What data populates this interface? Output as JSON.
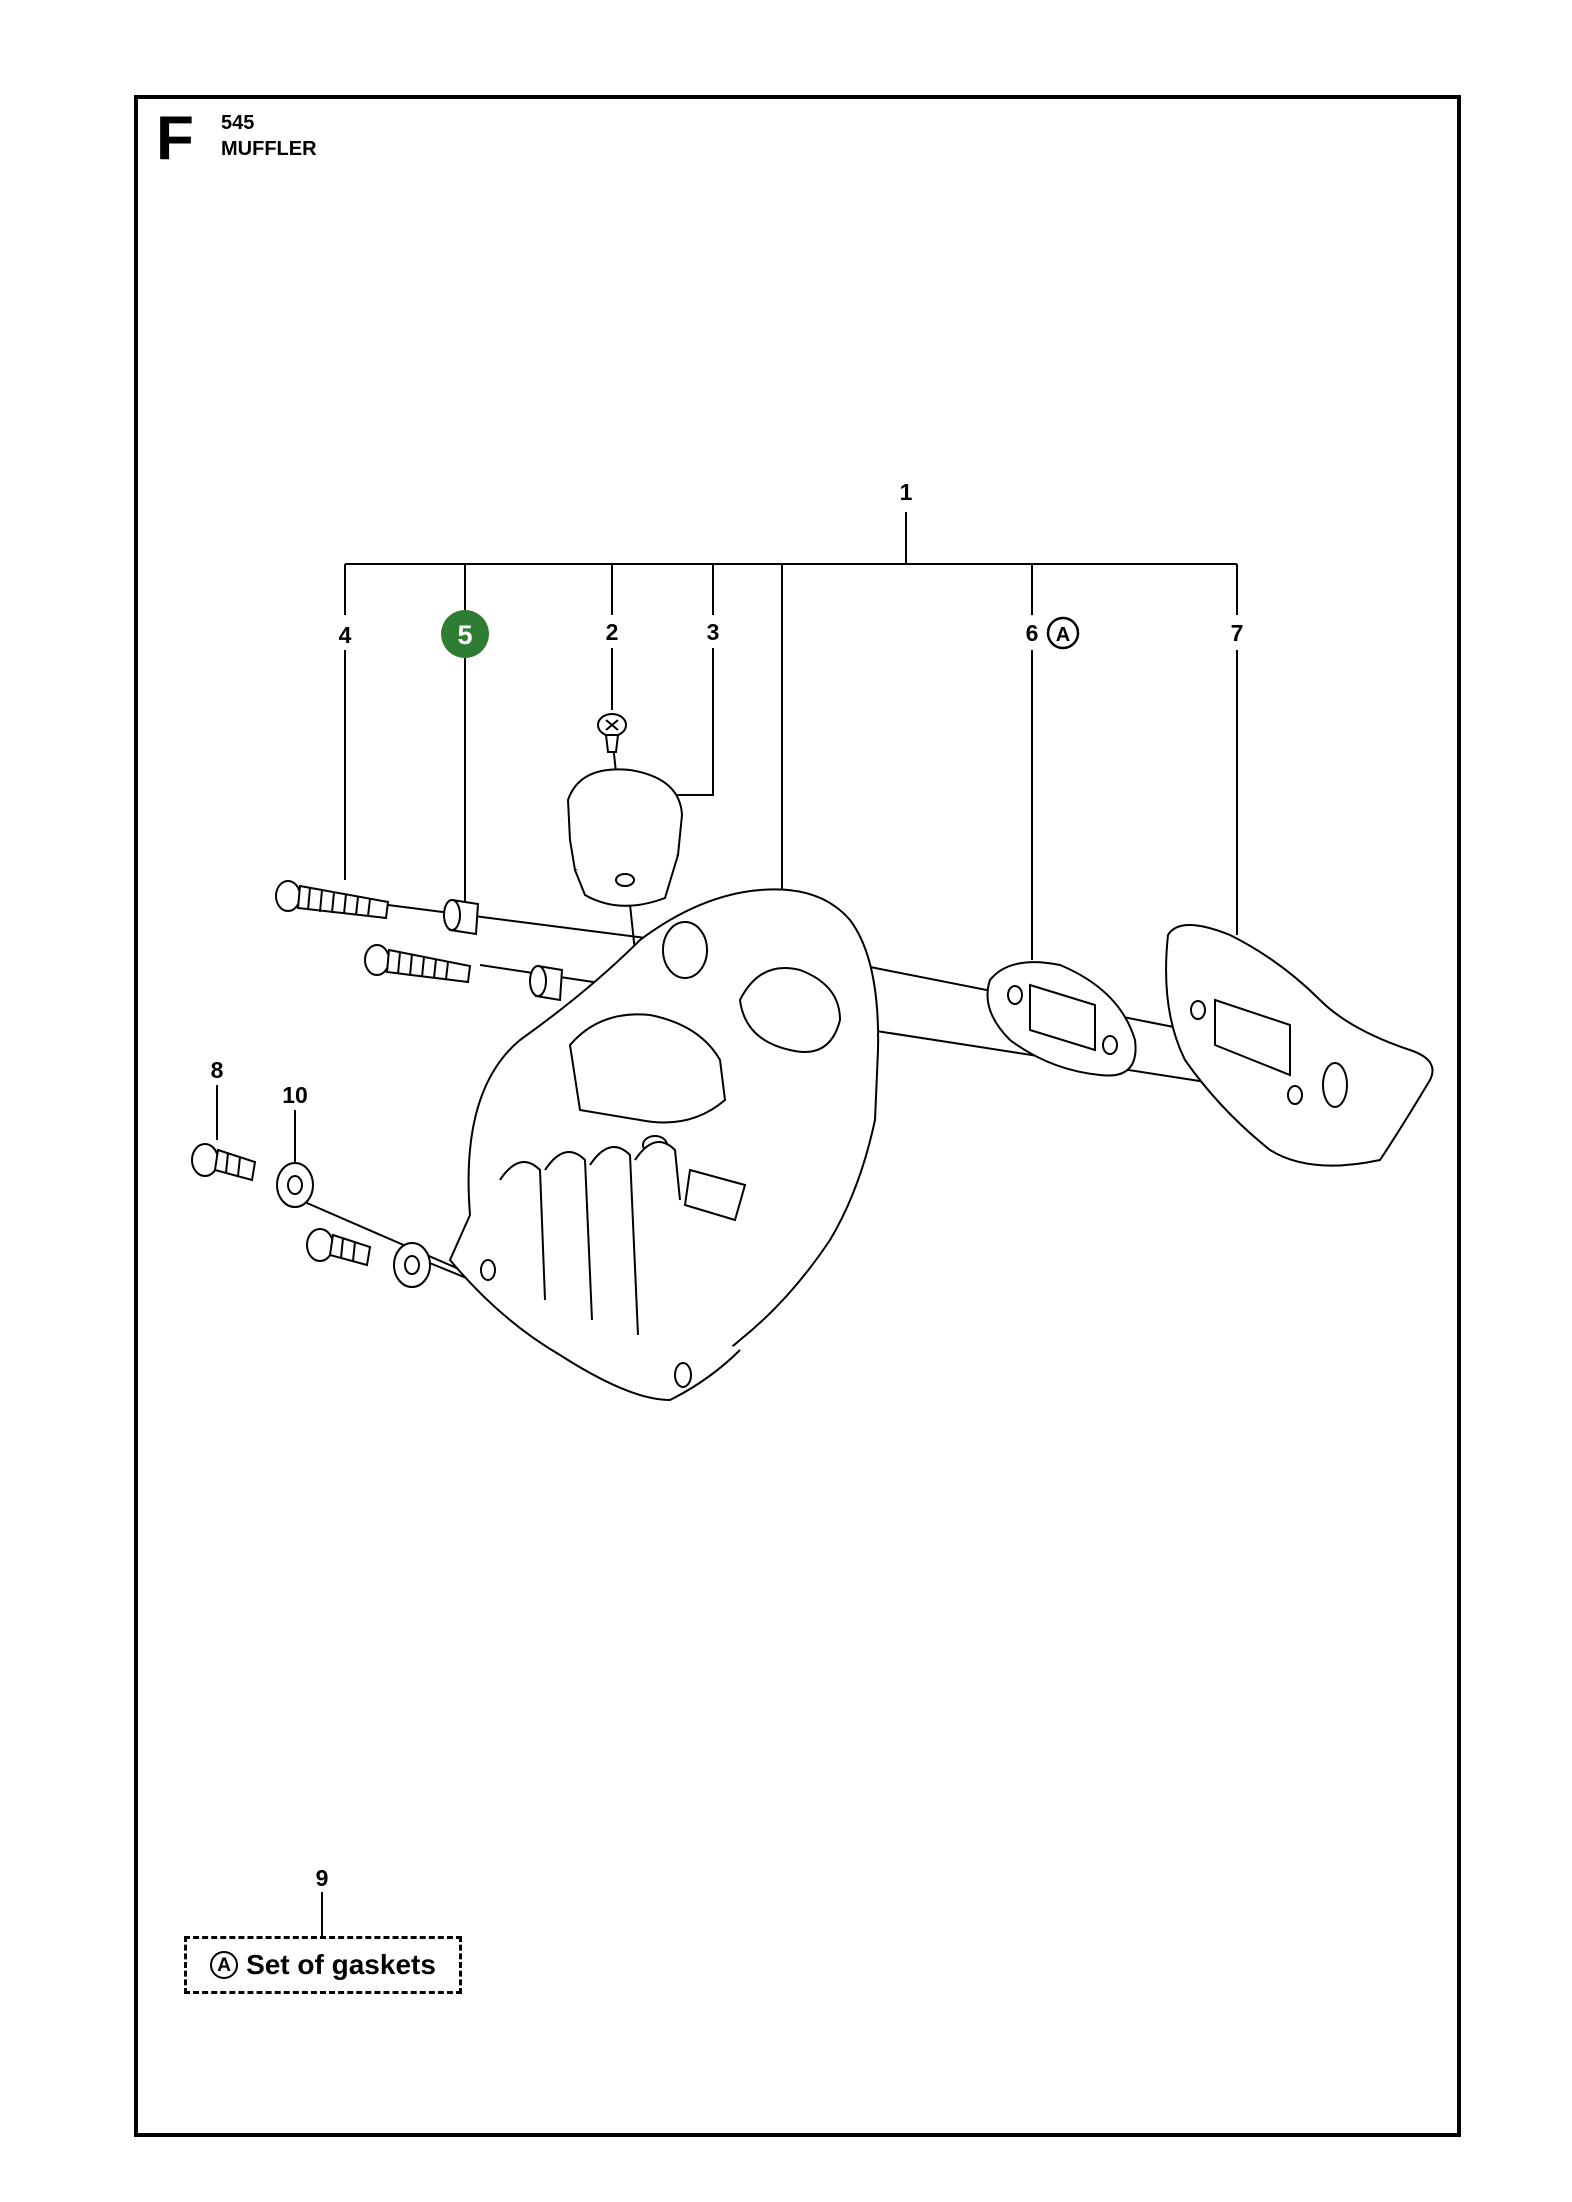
{
  "header": {
    "section_letter": "F",
    "model": "545",
    "title": "MUFFLER"
  },
  "callouts": [
    {
      "id": "1",
      "label": "1",
      "highlighted": false
    },
    {
      "id": "2",
      "label": "2",
      "highlighted": false
    },
    {
      "id": "3",
      "label": "3",
      "highlighted": false
    },
    {
      "id": "4",
      "label": "4",
      "highlighted": false
    },
    {
      "id": "5",
      "label": "5",
      "highlighted": true
    },
    {
      "id": "6",
      "label": "6",
      "highlighted": false,
      "group_mark": "A"
    },
    {
      "id": "7",
      "label": "7",
      "highlighted": false
    },
    {
      "id": "8",
      "label": "8",
      "highlighted": false
    },
    {
      "id": "9",
      "label": "9",
      "highlighted": false
    },
    {
      "id": "10",
      "label": "10",
      "highlighted": false
    }
  ],
  "legend": {
    "mark": "A",
    "text": "Set of gaskets"
  },
  "colors": {
    "highlight": "#2f7d32",
    "line": "#000000",
    "part_fill": "#ffffff"
  }
}
